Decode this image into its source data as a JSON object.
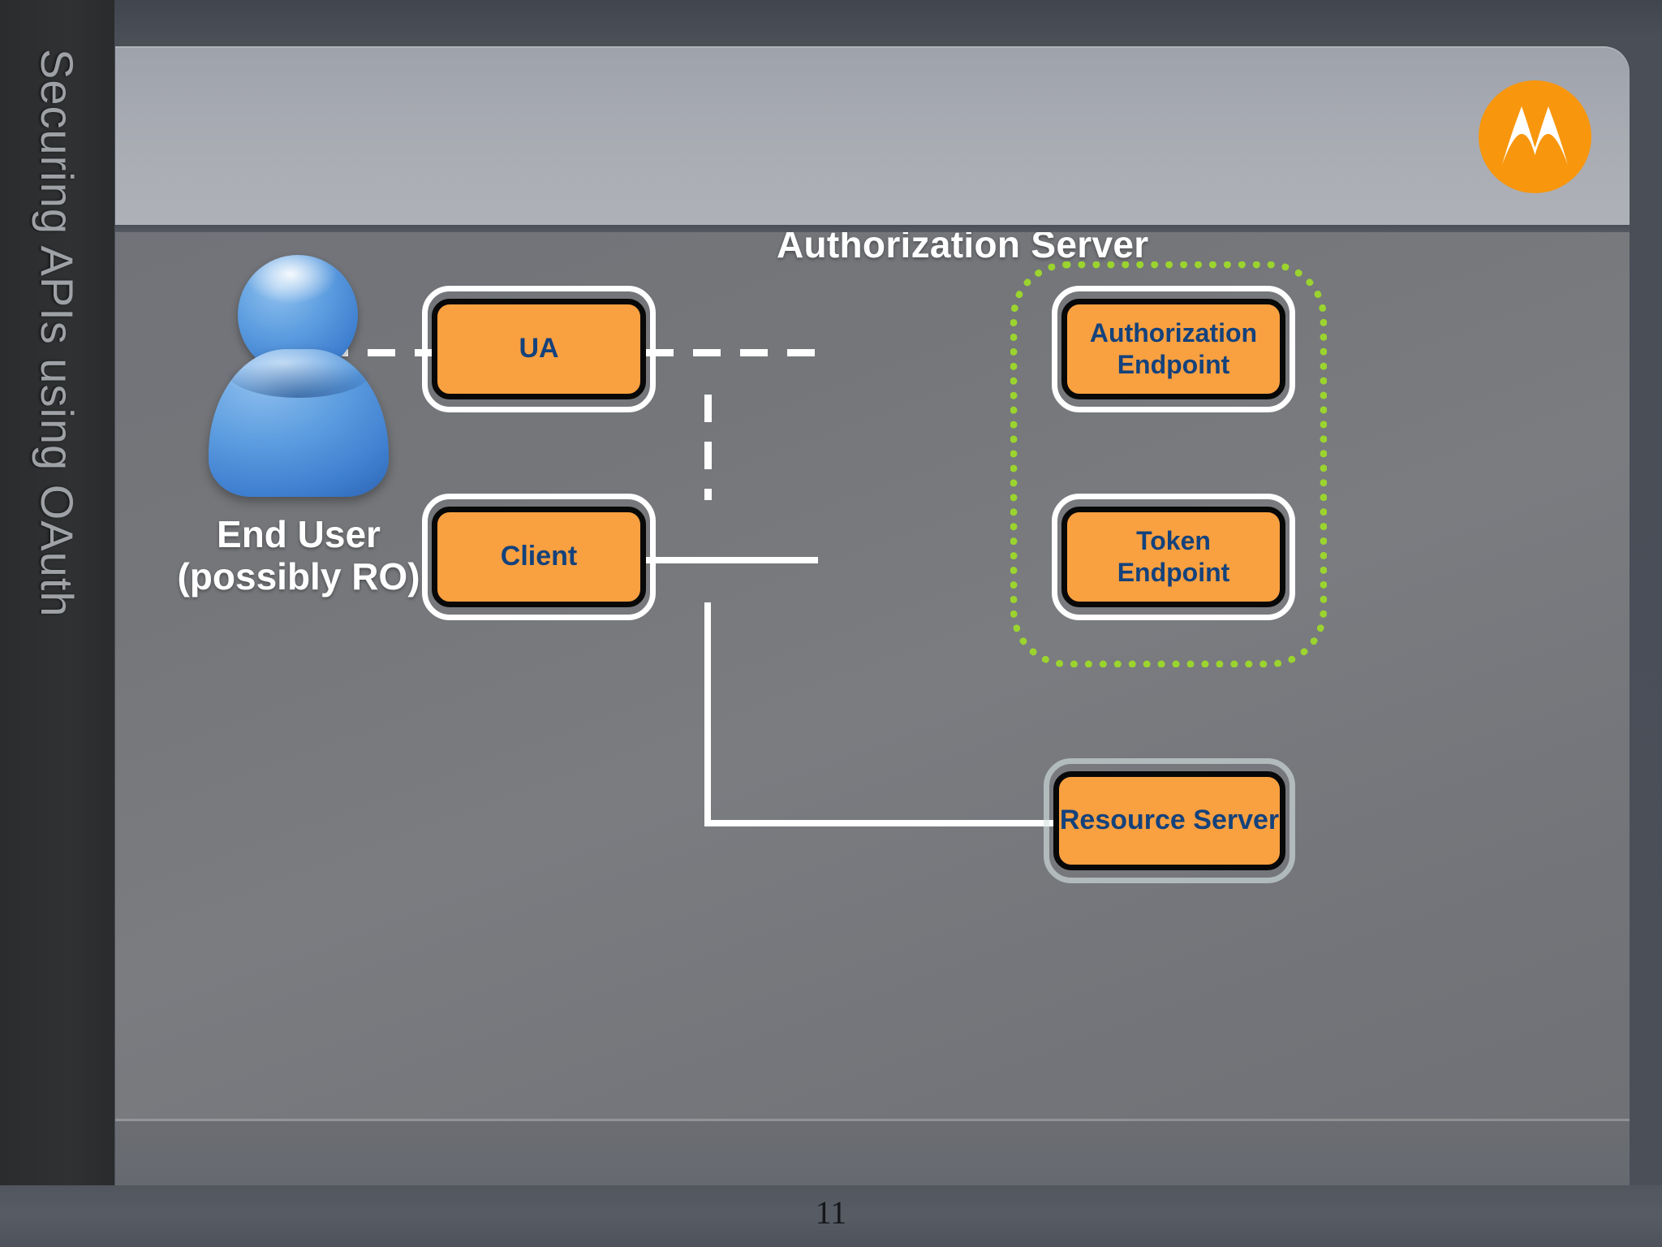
{
  "slide": {
    "sidebar_title": "Securing APIs using OAuth",
    "page_number": "11",
    "logo_name": "Motorola",
    "accent_orange": "#F9A040",
    "logo_orange": "#F8960D",
    "node_text_blue": "#14427C",
    "region_green": "#9BD42E"
  },
  "diagram": {
    "actor": {
      "icon": "user-avatar-icon",
      "label": "End User\n(possibly RO)"
    },
    "region": {
      "label": "Authorization Server"
    },
    "nodes": [
      {
        "id": "ua",
        "label": "UA"
      },
      {
        "id": "authorization-endpoint",
        "label": "Authorization\nEndpoint"
      },
      {
        "id": "client",
        "label": "Client"
      },
      {
        "id": "token-endpoint",
        "label": "Token\nEndpoint"
      },
      {
        "id": "resource-server",
        "label": "Resource Server"
      }
    ],
    "connections": [
      {
        "from": "end-user",
        "to": "ua",
        "style": "dashed"
      },
      {
        "from": "ua",
        "to": "authorization-endpoint",
        "style": "dashed"
      },
      {
        "from": "ua",
        "to": "client",
        "style": "dashed"
      },
      {
        "from": "client",
        "to": "token-endpoint",
        "style": "solid"
      },
      {
        "from": "client",
        "to": "resource-server",
        "style": "solid"
      }
    ]
  }
}
